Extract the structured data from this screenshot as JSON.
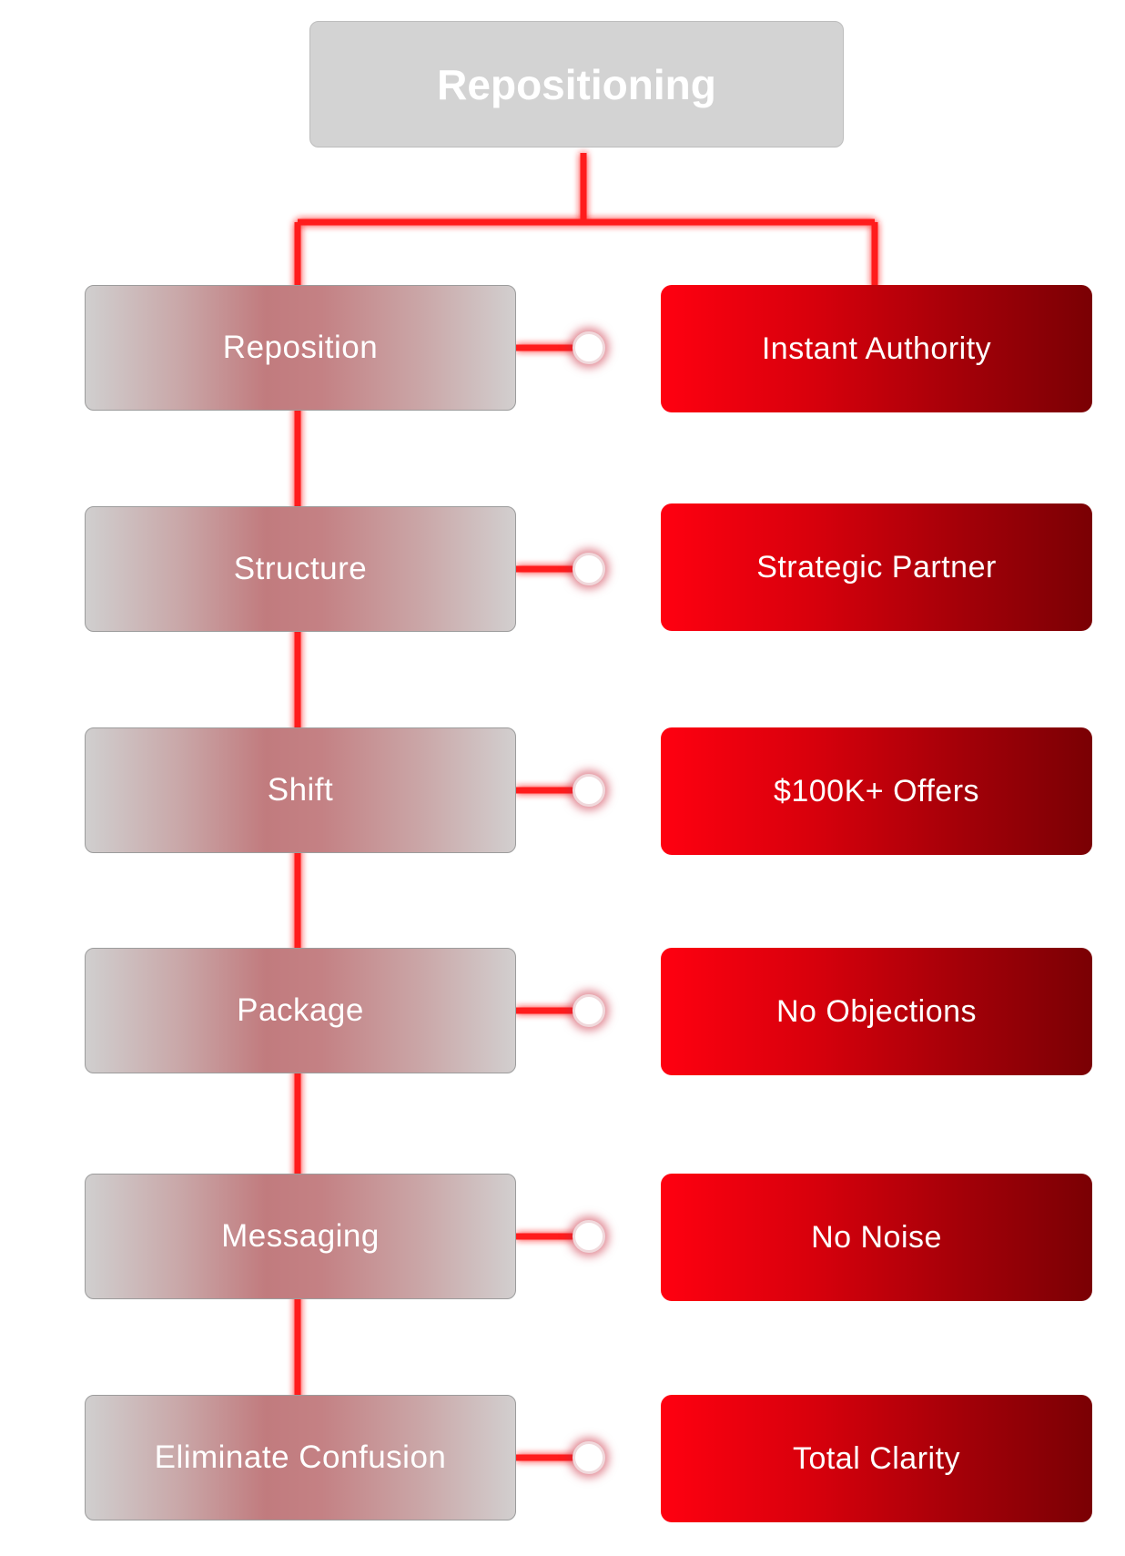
{
  "root": {
    "label": "Repositioning"
  },
  "rows": [
    {
      "step": "Reposition",
      "result": "Instant Authority"
    },
    {
      "step": "Structure",
      "result": "Strategic Partner"
    },
    {
      "step": "Shift",
      "result": "$100K+ Offers"
    },
    {
      "step": "Package",
      "result": "No Objections"
    },
    {
      "step": "Messaging",
      "result": "No Noise"
    },
    {
      "step": "Eliminate Confusion",
      "result": "Total Clarity"
    }
  ],
  "colors": {
    "connector": "#ff1a1a",
    "connector_glow": "#ff4d4d",
    "root_fill": "#d3d3d3",
    "result_start": "#ff0010",
    "result_end": "#7a0004"
  }
}
